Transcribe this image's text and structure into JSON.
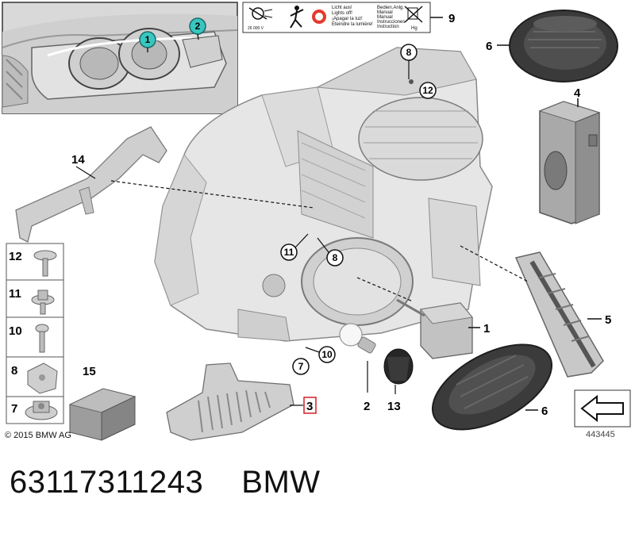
{
  "diagram": {
    "diagram_number": "443445",
    "copyright": "© 2015 BMW AG"
  },
  "callouts": {
    "c1": "1",
    "c2": "2",
    "c3": "3",
    "c4": "4",
    "c5": "5",
    "c6a": "6",
    "c6b": "6",
    "c7": "7",
    "c8": "8",
    "c8b": "8",
    "c9": "9",
    "c10": "10",
    "c11": "11",
    "c12": "12",
    "c13": "13",
    "c14": "14",
    "c15": "15"
  },
  "inset_callouts": {
    "i1": "1",
    "i2": "2"
  },
  "side_legend": [
    {
      "label": "12"
    },
    {
      "label": "11"
    },
    {
      "label": "10"
    },
    {
      "label": "8"
    },
    {
      "label": "7"
    }
  ],
  "warning_label": {
    "lines_left": [
      "Licht aus!",
      "Lights off!",
      "¡Apagar la luz!",
      "Eteindre la lumière!"
    ],
    "lines_right": [
      "Bedien.Anlg.",
      "Manual",
      "Manual",
      "Instrucciones",
      "Instruction"
    ],
    "small_code": "26 000 V",
    "hg": "Hg"
  },
  "footer": {
    "part_number": "63117311243",
    "brand": "BMW"
  }
}
